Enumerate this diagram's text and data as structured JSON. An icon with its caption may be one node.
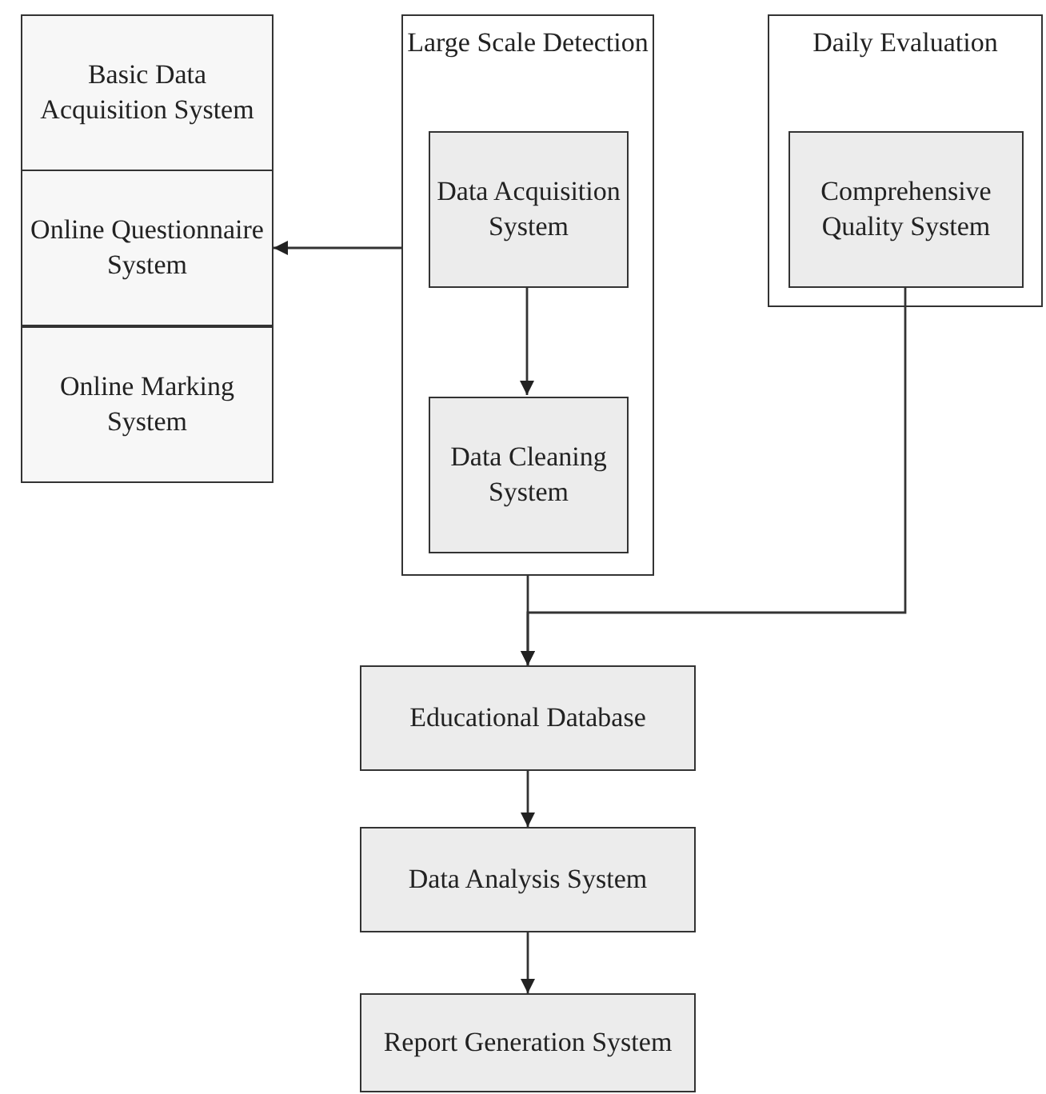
{
  "diagram": {
    "nodes": [
      {
        "text": [
          "Basic Data Acquisition System"
        ]
      },
      {
        "text": [
          "Online Questionnaire System"
        ]
      },
      {
        "text": [
          "Online Marking System"
        ]
      },
      {
        "text": [
          "Large Scale Detection"
        ]
      },
      {
        "text": [
          "Data Acquisition System"
        ],
        "in": 3
      },
      {
        "text": [
          "Data Cleaning System"
        ],
        "in": 3
      },
      {
        "text": [
          "Daily Evaluation"
        ]
      },
      {
        "text": [
          "Comprehensive Quality System"
        ],
        "in": 6
      },
      {
        "text": [
          "Educational Database"
        ]
      },
      {
        "text": [
          "Data Analysis System"
        ]
      },
      {
        "text": [
          "Report Generation System"
        ]
      }
    ],
    "edges": [
      {
        "from": 3,
        "to": 1,
        "arrow": "to"
      },
      {
        "from": 4,
        "to": 5,
        "arrow": "to"
      },
      {
        "from": 3,
        "to": 8,
        "arrow": "to"
      },
      {
        "from": 7,
        "to": 8,
        "arrow": "to"
      },
      {
        "from": 8,
        "to": 9,
        "arrow": "to"
      },
      {
        "from": 9,
        "to": 10,
        "arrow": "to"
      }
    ]
  }
}
